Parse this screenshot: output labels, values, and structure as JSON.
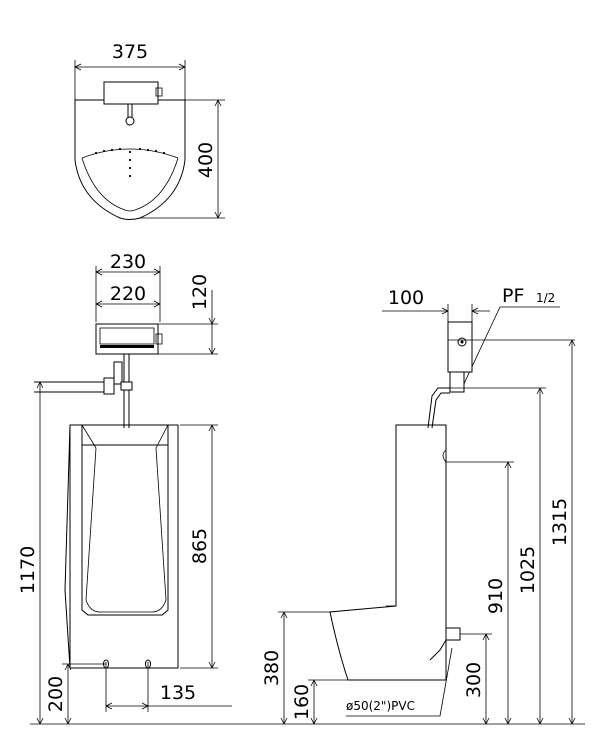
{
  "top_view": {
    "width": "375",
    "depth": "400"
  },
  "front_view": {
    "sensor_outer_width": "230",
    "sensor_inner_width": "220",
    "sensor_height": "120",
    "overall_height": "1170",
    "bowl_height": "865",
    "floor_to_outlet": "200",
    "outlet_spacing": "135"
  },
  "side_view": {
    "valve_width": "100",
    "valve_label": "PF",
    "valve_size": "1/2",
    "total_height": "1315",
    "valve_height": "1025",
    "rim_height": "910",
    "step_height": "380",
    "drain_height": "300",
    "base_height": "160",
    "pipe_label": "ø50(2\")PVC"
  }
}
